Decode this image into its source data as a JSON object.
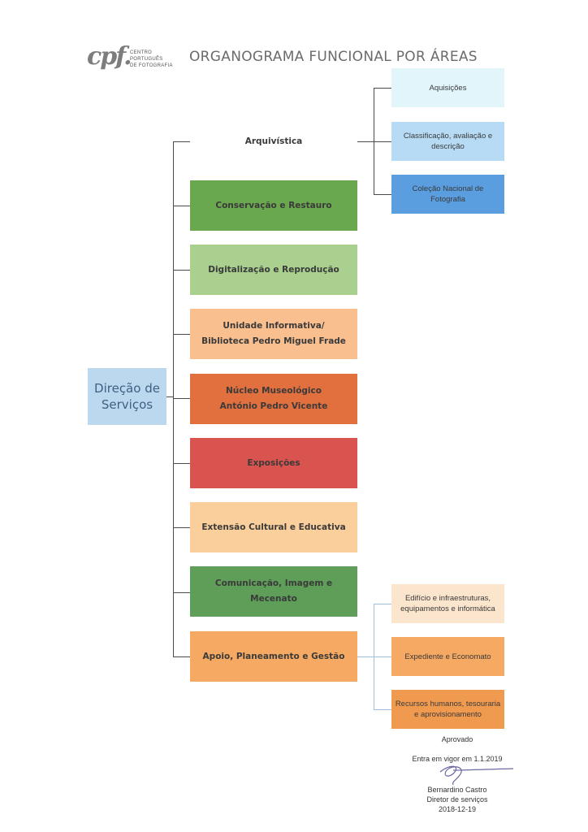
{
  "header": {
    "logo_mark": "cpf.",
    "logo_lines": [
      "CENTRO",
      "PORTUGUÊS",
      "DE FOTOGRAFIA"
    ],
    "title": "ORGANOGRAMA FUNCIONAL POR ÁREAS"
  },
  "root": {
    "line1": "Direção de",
    "line2": "Serviços"
  },
  "areas": [
    {
      "label": "Arquivística",
      "color": "#ffffff"
    },
    {
      "label": "Conservação e Restauro",
      "color": "#6aa84f"
    },
    {
      "label": "Digitalização e Reprodução",
      "color": "#a9d08e"
    },
    {
      "label1": "Unidade Informativa/",
      "label2": "Biblioteca Pedro Miguel Frade",
      "color": "#f9bf8f"
    },
    {
      "label1": "Núcleo Museológico",
      "label2": "António Pedro Vicente",
      "color": "#e2703f"
    },
    {
      "label": "Exposições",
      "color": "#d9534f"
    },
    {
      "label": "Extensão Cultural e Educativa",
      "color": "#fbcf9b"
    },
    {
      "label": "Comunicação, Imagem e Mecenato",
      "color": "#5e9e58"
    },
    {
      "label": "Apoio, Planeamento e Gestão",
      "color": "#f6a962"
    }
  ],
  "archive_units": [
    {
      "label": "Aquisições",
      "color": "#e1f5fb"
    },
    {
      "label": "Classificação, avaliação e descrição",
      "color": "#b7dbf5"
    },
    {
      "label": "Coleção Nacional de Fotografia",
      "color": "#5b9ee0"
    }
  ],
  "support_units": [
    {
      "label": "Edifício e infraestruturas, equipamentos e informática",
      "color": "#fce5cd"
    },
    {
      "label": "Expediente e Economato",
      "color": "#f6a962"
    },
    {
      "label1": "Recursos humanos, tesouraria",
      "label2": "e  aprovisionamento",
      "color": "#f09a50"
    }
  ],
  "footer": {
    "approved": "Aprovado",
    "in_force": "Entra em vigor em 1.1.2019",
    "name": "Bernardino Castro",
    "role": "Diretor de serviços",
    "date": "2018-12-19"
  }
}
